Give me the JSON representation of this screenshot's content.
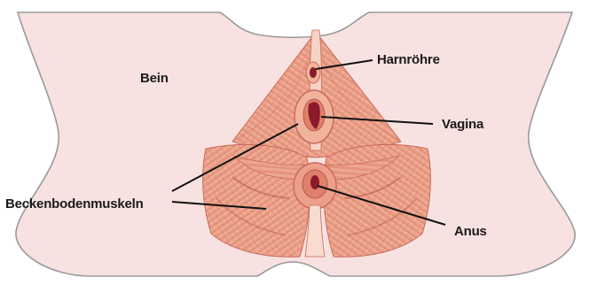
{
  "labels": {
    "leg": "Bein",
    "urethra": "Harnröhre",
    "vagina": "Vagina",
    "pelvic_floor": "Beckenbodenmuskeln",
    "anus": "Anus"
  },
  "colors": {
    "skin": "#f8e2e1",
    "skin_outline": "#9a9a9a",
    "muscle_light": "#f1b39c",
    "muscle": "#e8957c",
    "muscle_dark": "#c9685a",
    "opening": "#8b1a2b",
    "leader_line": "#111111"
  }
}
